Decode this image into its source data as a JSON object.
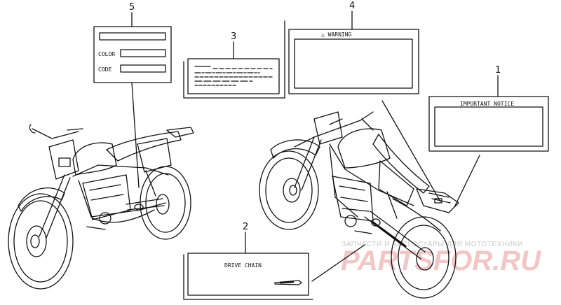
{
  "callouts": {
    "c1": "1",
    "c2": "2",
    "c3": "3",
    "c4": "4",
    "c5": "5"
  },
  "labels": {
    "color_label": "COLOR",
    "code_label": "CODE",
    "warning_label": "△ WARNING",
    "important_notice": "IMPORTANT NOTICE",
    "drive_chain": "DRIVE CHAIN"
  },
  "watermark": {
    "tagline": "ЗАПЧАСТИ И АКСЕССУАРЫ ДЛЯ МОТОТЕХНИКИ",
    "brand": "PARTSFOR.RU"
  }
}
